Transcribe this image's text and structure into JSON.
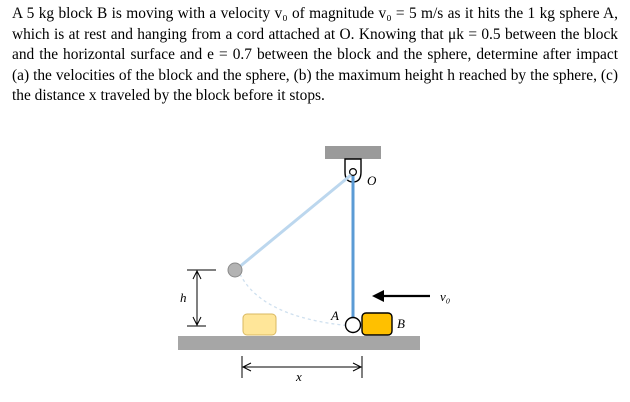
{
  "problem": {
    "text": "A 5 kg block B is moving with a velocity v₀ of magnitude v₀ = 5 m/s as it hits the 1 kg sphere A, which is at rest and hanging from a cord attached at O. Knowing that μk = 0.5 between the block and the horizontal surface and e = 0.7 between the block and the sphere, determine after impact (a) the velocities of the block and the sphere, (b) the maximum height h reached by the sphere, (c) the distance x traveled by the block before it stops."
  },
  "figure": {
    "labels": {
      "pivot": "O",
      "sphere": "A",
      "block": "B",
      "velocity": "v₀",
      "height": "h",
      "distance": "x"
    },
    "colors": {
      "ceiling": "#9a9a9a",
      "ground": "#a6a6a6",
      "cord": "#5b9bd5",
      "cord_swung": "#bcd7ee",
      "block": "#ffc000",
      "block_ghost": "#ffe699",
      "sphere_ghost": "#b3b3b3",
      "sphere": "#ffffff",
      "arrow": "#000000"
    }
  }
}
